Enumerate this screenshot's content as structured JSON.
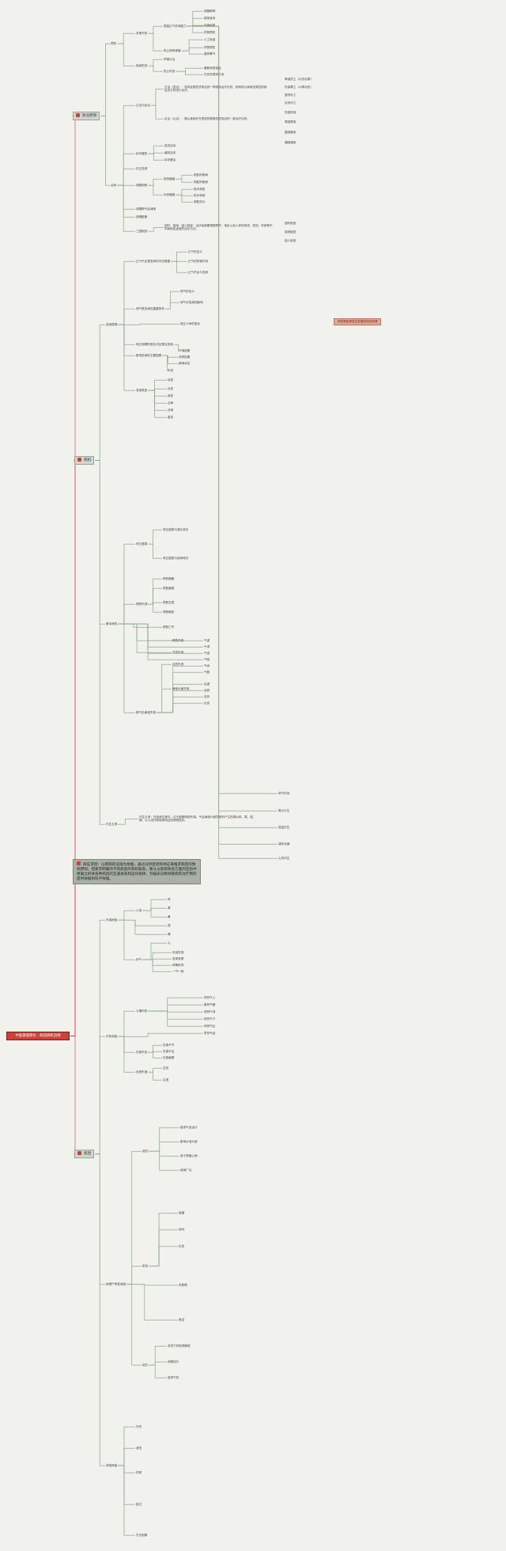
{
  "root": "中医基础理论 - 病因病机治则",
  "mains": {
    "m1": "防治原则",
    "m2": "病机",
    "m3": "病因"
  },
  "note": "辨证求因：以疾病的证候为依据，通过分析症状和体征来推求病因的致病原则。但要求明确的不同病因的有机联系，要从以疾病和各方面的区别中更确立机体各种病因的互通关系和运作规律，为临床诊断辨疾病和治疗用药提供依据和科学依据。",
  "side_tag": "病机是疾病发生发展变化的机理",
  "prevention": {
    "label": "预防",
    "weibing": "未病先防",
    "zhengqi": "提高正气抗邪能力",
    "zq_items": [
      "调摄精神",
      "锻炼身体",
      "饮食起居",
      "药物预防",
      "人工免疫"
    ],
    "bixie": "防止病邪侵害",
    "bx_items": [
      "药物预防",
      "避其毒气"
    ],
    "jibing": "既病防变",
    "zaozhi": "早期诊治",
    "fangchuan": "防止传变",
    "fc_items": [
      "截断病邪途径",
      "先安未受邪之地"
    ]
  },
  "treatment": {
    "label": "治则",
    "zhengzhi": "正治与反治",
    "zz_desc1": "正治（逆治）：逆其证候性质而治的一种常用治疗法则，即采用与疾病证候性质相反的方药进行治疗。",
    "zz_desc2": "反治（从治）：顺从疾病外在表现的假象性质而治的一种治疗法则。",
    "zz_right": [
      "寒者热之（以热治寒）",
      "热者寒之（以寒治热）",
      "虚则补之",
      "实则泻之",
      "热因热用",
      "寒因寒用",
      "塞因塞用",
      "通因通用"
    ],
    "biaoben": "标本缓急",
    "bb_items": [
      "急则治标",
      "缓则治本",
      "标本兼治"
    ],
    "fuzheng": "扶正祛邪",
    "tiaozheng": "调整阴阳",
    "yinyang_pian": "损其偏盛",
    "yyp_items": [
      "阳胜则阴病",
      "阴胜则阳病"
    ],
    "yinyang_bu": "补其偏衰",
    "yyb_items": [
      "阴中求阳",
      "阳中求阴",
      "阴阳并补"
    ],
    "qixue": "调理精气血津液",
    "zangfu": "调理脏腑",
    "sanyin": "三因制宜",
    "sy_desc": "因时、因地、因人制宜：治疗疾病要根据季节、地区以及人体的体质、性别、年龄等不同而制定适宜的治疗方法。",
    "sy_right": [
      "因时制宜",
      "因地制宜",
      "因人制宜"
    ]
  },
  "pathogenesis": {
    "fabing": "发病原理",
    "zhengxie": "正气不足是发病的内在根据",
    "zx_items": [
      "正气的含义",
      "正气的防御作用",
      "正气不足与发病"
    ],
    "xieqi": "邪气是发病的重要条件",
    "xq_items": [
      "邪气的含义",
      "邪气对发病的影响",
      "邪正斗争的胜负"
    ],
    "zhengxie_dou": "邪正相搏的胜负决定是否发病",
    "huanjing": "影响发病的主要因素",
    "hj_items": [
      "环境因素",
      "体质因素",
      "精神状态"
    ],
    "leixing": "发病类型",
    "lx_items": [
      "卒发",
      "徐发",
      "伏发",
      "继发",
      "合病",
      "并病",
      "复发"
    ],
    "jiben": "基本病机",
    "xzsx": "邪正盛衰",
    "xz_items": [
      "邪正盛衰与虚实变化",
      "邪正盛衰与疾病转归"
    ],
    "yysc": "阴阳失调",
    "yy_items": [
      "阴阳偏盛",
      "阴阳偏衰",
      "阴阳互损",
      "阴阳格拒",
      "阴阳亡失"
    ],
    "jqxj": "精气血津液失常",
    "jq_items": [
      "精的失常",
      "气的失常",
      "血的失常",
      "津液代谢失常"
    ],
    "qi_items": [
      "气虚",
      "气滞",
      "气逆",
      "气陷",
      "气闭",
      "气脱"
    ],
    "xue_items": [
      "血虚",
      "血瘀",
      "血热",
      "出血"
    ],
    "neisheng": "内生五邪",
    "ns_desc": "内生五邪：在疾病过程中，由于脏腑阴阳失调，气血津液代谢异常所产生的类似风、寒、湿、燥、火六淫外邪致病特征的病理变化。",
    "ns_right": [
      "风气内动",
      "寒从中生",
      "湿浊内生",
      "津伤化燥",
      "火热内生"
    ]
  },
  "etiology": {
    "waigan": "外感病因",
    "liuyin": "六淫",
    "ly_items": [
      "风",
      "寒",
      "暑",
      "湿",
      "燥",
      "火"
    ],
    "liqi": "疠气",
    "lq_items": [
      "传染性强",
      "发病急骤",
      "病情危笃",
      "一气一病"
    ],
    "neishang": "内伤病因",
    "qiqing": "七情内伤",
    "qq_items": [
      "怒则气上",
      "喜则气缓",
      "悲则气消",
      "恐则气下",
      "惊则气乱",
      "思则气结"
    ],
    "yinshi": "饮食失宜",
    "ys_items": [
      "饮食不节",
      "饮食不洁",
      "饮食偏嗜"
    ],
    "laoyi": "劳逸失度",
    "ly2_items": [
      "过劳",
      "过逸"
    ],
    "bingli": "病理产物性病因",
    "tanyin": "痰饮",
    "ty_items": [
      "阻滞气血运行",
      "影响水液代谢",
      "易于蒙蔽心神",
      "致病广泛"
    ],
    "yuxue": "瘀血",
    "yx_items": [
      "疼痛",
      "肿块",
      "出血",
      "色紫暗",
      "脉涩"
    ],
    "jieshi": "结石",
    "js_items": [
      "多发于肝胆肾膀胱",
      "病程较长",
      "阻滞气机"
    ],
    "qita": "其他病因",
    "qt_items": [
      "外伤",
      "诸虫",
      "药邪",
      "医过",
      "先天因素"
    ]
  }
}
